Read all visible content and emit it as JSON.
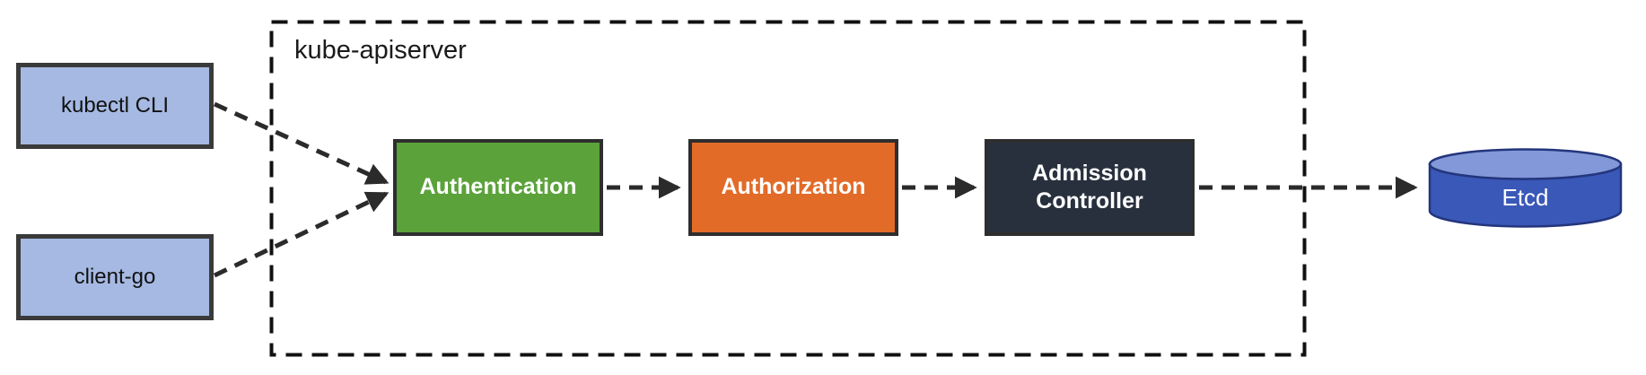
{
  "clients": [
    {
      "label": "kubectl CLI"
    },
    {
      "label": "client-go"
    }
  ],
  "apiserver": {
    "label": "kube-apiserver",
    "stages": [
      {
        "label": "Authentication",
        "color": "#5ba23a"
      },
      {
        "label": "Authorization",
        "color": "#e26b28"
      },
      {
        "label": "Admission Controller",
        "color": "#28303e"
      }
    ]
  },
  "datastore": {
    "label": "Etcd",
    "body_color": "#3a58b8",
    "top_color": "#8298d8",
    "outline_color": "#23357c"
  },
  "colors": {
    "background": "#ffffff",
    "client_fill": "#a5b9e2",
    "client_border": "#3a3a3a",
    "stage_border": "#2e2e2e",
    "stage_text": "#ffffff",
    "boundary_border": "#111111",
    "label_text": "#1a1a1a",
    "arrow": "#2b2b2b"
  },
  "edges": [
    {
      "from": "kubectl CLI",
      "to": "Authentication"
    },
    {
      "from": "client-go",
      "to": "Authentication"
    },
    {
      "from": "Authentication",
      "to": "Authorization"
    },
    {
      "from": "Authorization",
      "to": "Admission Controller"
    },
    {
      "from": "Admission Controller",
      "to": "Etcd"
    }
  ]
}
